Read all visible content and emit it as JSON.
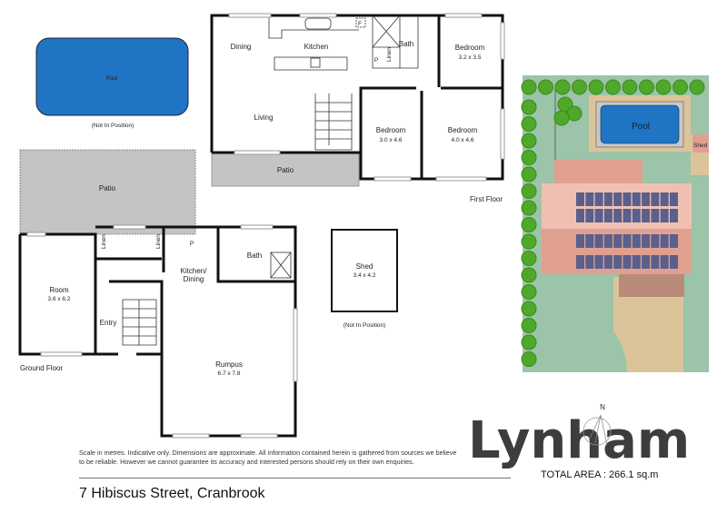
{
  "pool_detached": {
    "label": "Pool",
    "note": "(Not In Position)"
  },
  "first_floor": {
    "title": "First Floor",
    "rooms": [
      {
        "name": "Dining"
      },
      {
        "name": "Kitchen"
      },
      {
        "name": "Bath"
      },
      {
        "name": "Bedroom",
        "size": "3.2 x 3.5"
      },
      {
        "name": "Living"
      },
      {
        "name": "Bedroom",
        "size": "3.0 x 4.6"
      },
      {
        "name": "Bedroom",
        "size": "4.0 x 4.6"
      },
      {
        "name": "Patio"
      }
    ],
    "fixtures": {
      "pantry": "P",
      "linen": "Linen",
      "fridge": "F"
    }
  },
  "ground_floor": {
    "title": "Ground Floor",
    "rooms": [
      {
        "name": "Patio"
      },
      {
        "name": "Room",
        "size": "3.6 x 6.2"
      },
      {
        "name": "Kitchen/\nDining"
      },
      {
        "name": "Bath"
      },
      {
        "name": "Entry"
      },
      {
        "name": "Rumpus",
        "size": "6.7 x 7.8"
      }
    ],
    "fixtures": {
      "linen1": "Linen",
      "linen2": "Linen",
      "pantry": "P"
    }
  },
  "shed": {
    "name": "Shed",
    "size": "3.4 x 4.2",
    "note": "(Not In Position)"
  },
  "site_plan": {
    "pool": "Pool",
    "shed": "Shed",
    "colors": {
      "grass": "#9cc4a8",
      "sand": "#dcc49a",
      "roof_light": "#efc0b2",
      "roof_dark": "#e0a090",
      "solar": "#5a5f8c",
      "pool": "#1f74c4"
    }
  },
  "compass": {
    "label": "N"
  },
  "footer": {
    "disclaimer": "Scale in metres. Indicative only. Dimensions are approximate. All information contained herein is gathered from sources we believe to be reliable. However we cannot guarantee its accuracy and interested persons should rely on their own enquiries.",
    "address": "7 Hibiscus Street, Cranbrook",
    "total_area": "TOTAL AREA : 266.1 sq.m"
  },
  "brand": {
    "logo": "Lynham"
  }
}
